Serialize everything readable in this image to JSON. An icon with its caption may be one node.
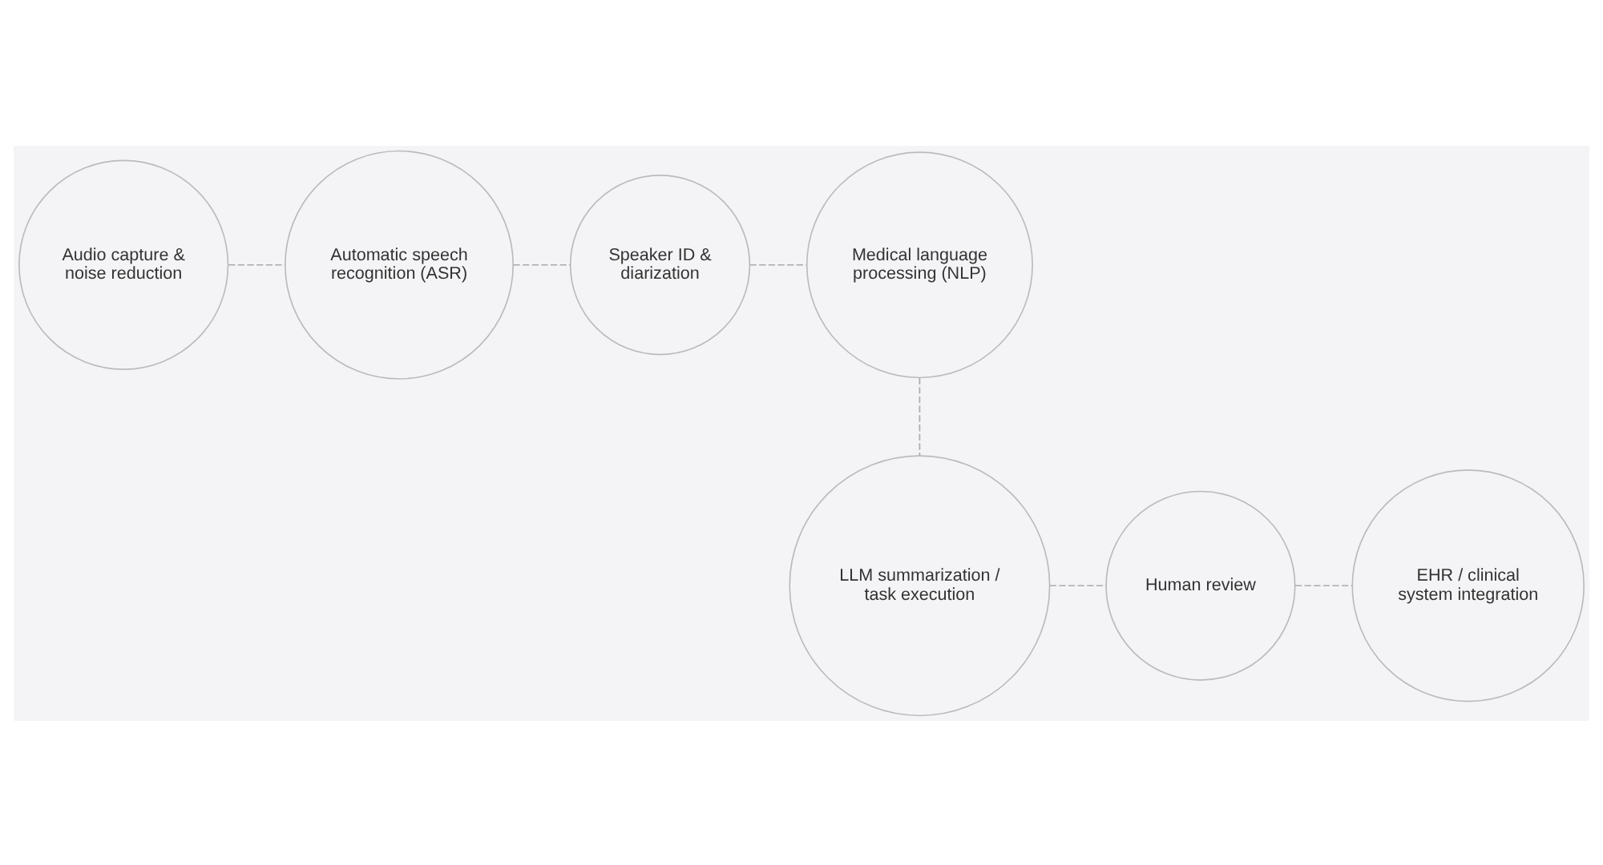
{
  "diagram": {
    "nodes": [
      {
        "text": [
          "Audio capture & noise reduction"
        ]
      },
      {
        "text": [
          "Automatic speech recognition (ASR)"
        ]
      },
      {
        "text": [
          "Speaker ID & diarization"
        ]
      },
      {
        "text": [
          "Medical language processing (NLP)"
        ]
      },
      {
        "text": [
          "LLM summarization / task execution"
        ]
      },
      {
        "text": [
          "Human review"
        ]
      },
      {
        "text": [
          "EHR / clinical system integration"
        ]
      }
    ],
    "edges": [
      {
        "from": 0,
        "to": 1,
        "arrow": "none",
        "style": "dashed"
      },
      {
        "from": 1,
        "to": 2,
        "arrow": "none",
        "style": "dashed"
      },
      {
        "from": 2,
        "to": 3,
        "arrow": "none",
        "style": "dashed"
      },
      {
        "from": 3,
        "to": 4,
        "arrow": "none",
        "style": "dashed"
      },
      {
        "from": 4,
        "to": 5,
        "arrow": "none",
        "style": "dashed"
      },
      {
        "from": 5,
        "to": 6,
        "arrow": "none",
        "style": "dashed"
      }
    ]
  }
}
